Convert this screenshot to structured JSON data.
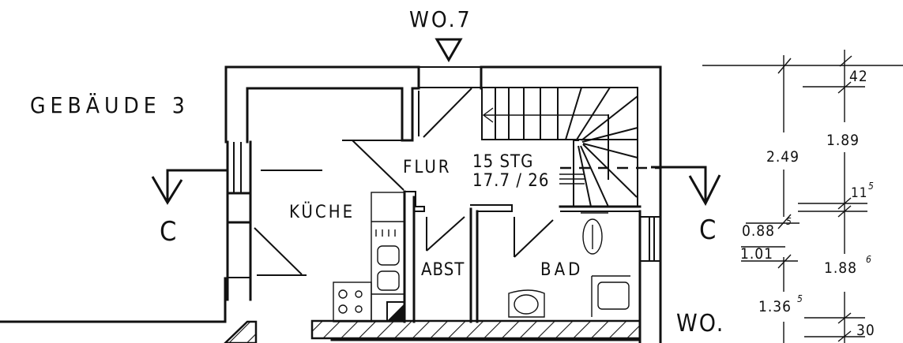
{
  "drawing": {
    "type": "architectural floor plan (scanned)",
    "building_label": "GEBÄUDE 3",
    "unit_top_label": "WO.7",
    "unit_bottom_label": "WO.",
    "entrance_marker": "triangle-down"
  },
  "rooms": [
    {
      "id": "kueche",
      "label": "KÜCHE"
    },
    {
      "id": "flur",
      "label": "FLUR"
    },
    {
      "id": "abst",
      "label": "ABST"
    },
    {
      "id": "bad",
      "label": "BAD"
    }
  ],
  "stair": {
    "steps_label": "15 STG",
    "rise_run_label": "17.7 / 26"
  },
  "section_markers": [
    {
      "id": "left",
      "letter": "C"
    },
    {
      "id": "right",
      "letter": "C"
    }
  ],
  "dimensions": {
    "outer_chain": [
      {
        "value": "2.49",
        "sup": ""
      },
      {
        "value": "0.88",
        "sup": "5"
      },
      {
        "value": "1.01",
        "sup": ""
      },
      {
        "value": "1.36",
        "sup": "5"
      }
    ],
    "inner_chain": [
      {
        "value": "42",
        "sup": ""
      },
      {
        "value": "1.89",
        "sup": ""
      },
      {
        "value": "11",
        "sup": "5"
      },
      {
        "value": "1.88",
        "sup": "6"
      },
      {
        "value": "30",
        "sup": ""
      }
    ]
  },
  "colors": {
    "ink": "#111111",
    "paper": "#ffffff"
  }
}
